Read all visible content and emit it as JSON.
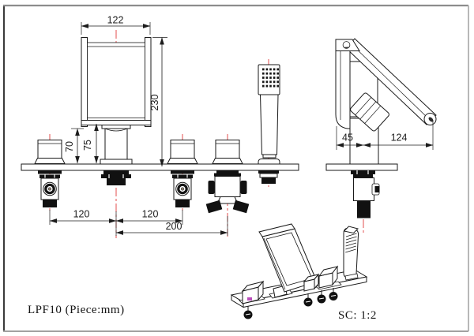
{
  "title_block": {
    "model": "LPF10 (Piece:mm)",
    "scale": "SC: 1:2"
  },
  "front_view": {
    "dim_spout_width": "122",
    "dim_total_height": "230",
    "dim_height_70": "70",
    "dim_height_75": "75",
    "dim_handle_to_spout": "120",
    "dim_spout_to_handle2": "120",
    "dim_spout_to_diverter": "200"
  },
  "side_view": {
    "dim_body_depth": "45",
    "dim_spout_reach": "124"
  },
  "colors": {
    "line": "#1a1a1a",
    "centerline_red": "#e03b3b",
    "accent_magenta": "#bb4fbb",
    "dark_fill": "#111111"
  }
}
